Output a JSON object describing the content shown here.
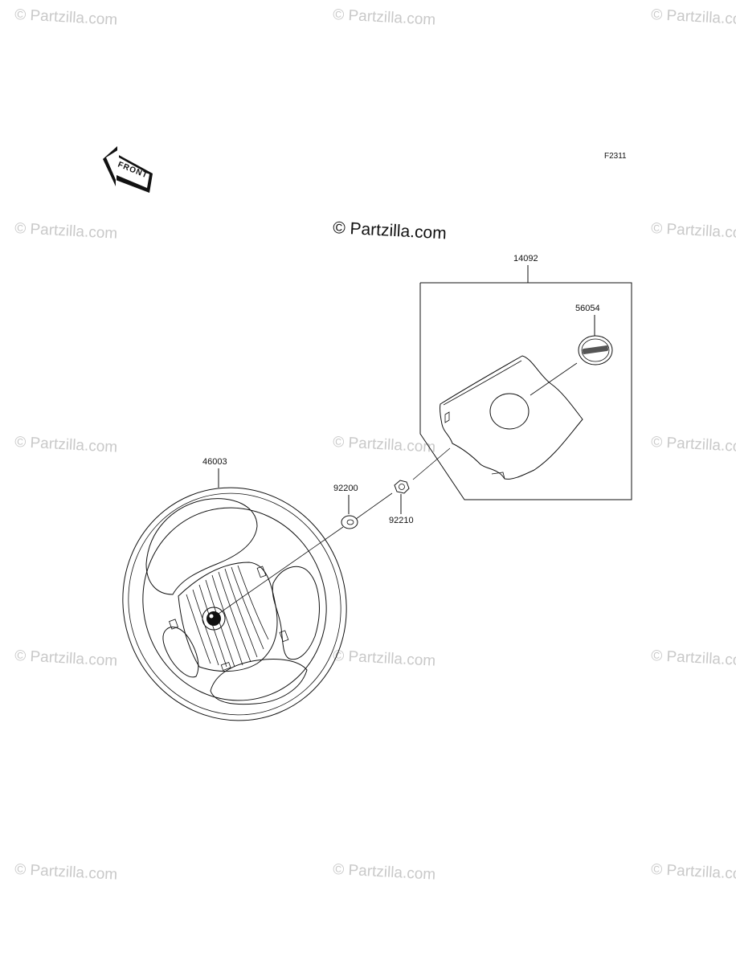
{
  "figure_code": "F2311",
  "front_label": "FRONT",
  "watermark_text": "© Partzilla.com",
  "watermark_center_text": "© Partzilla.com",
  "parts": {
    "pad_assembly": "14092",
    "emblem": "56054",
    "steering_wheel": "46003",
    "washer": "92200",
    "nut": "92210"
  }
}
